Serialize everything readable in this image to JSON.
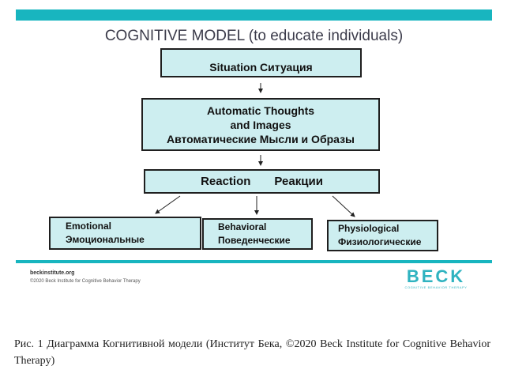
{
  "slide": {
    "title": "COGNITIVE MODEL (to educate individuals)",
    "situation": "Situation Ситуация",
    "thoughts": {
      "line1": "Automatic Thoughts",
      "line2": "and Images",
      "line3": "Автоматические Мысли и Образы"
    },
    "reaction": {
      "en": "Reaction",
      "ru": "Реакции"
    },
    "emotional": {
      "en": "Emotional",
      "ru": "Эмоциональные"
    },
    "behavioral": {
      "en": "Behavioral",
      "ru": "Поведенческие"
    },
    "physiological": {
      "en": "Physiological",
      "ru": "Физиологические"
    },
    "footer": {
      "url": "beckinstitute.org",
      "copyright": "©2020 Beck Institute for Cognitive Behavior Therapy"
    },
    "logo": {
      "word": "BECK",
      "tagline": "COGNITIVE BEHAVIOR THERAPY"
    },
    "accent_color": "#18b5bf",
    "box_fill": "#cdeef0"
  },
  "caption": "Рис. 1 Диаграмма Когнитивной модели (Институт Бека, ©2020 Beck Institute for Cognitive Behavior Therapy)"
}
